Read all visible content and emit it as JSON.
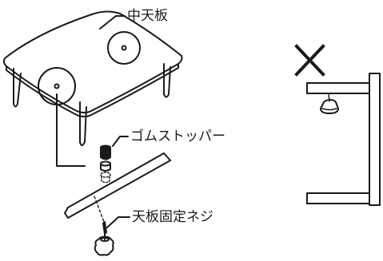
{
  "labels": {
    "top_board": "中天板",
    "rubber_stopper": "ゴムストッパー",
    "fixing_screw": "天板固定ネジ"
  },
  "marks": {
    "prohibited": "×"
  },
  "colors": {
    "line": "#1a1a1a",
    "background": "#ffffff"
  }
}
